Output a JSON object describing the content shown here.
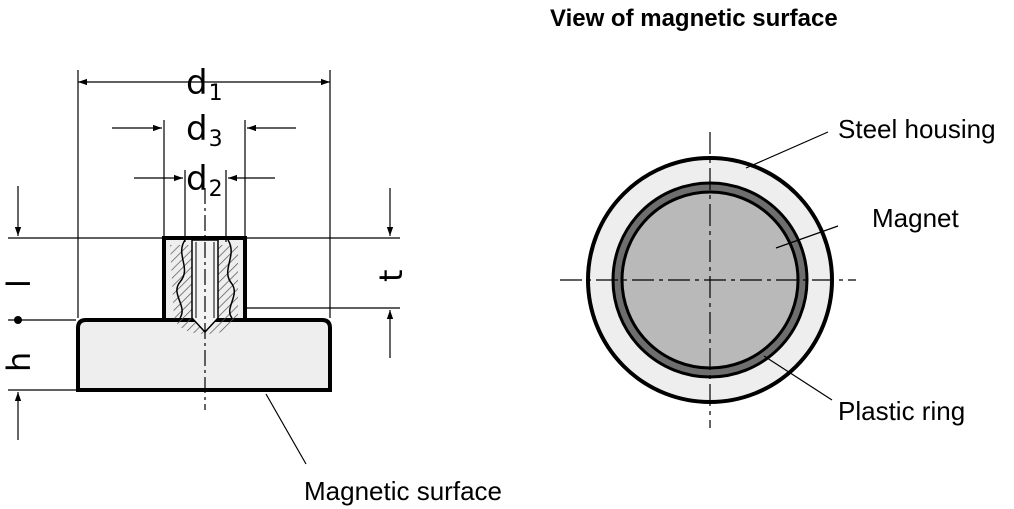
{
  "view_title": "View of magnetic surface",
  "dimensions": {
    "d1": {
      "base": "d",
      "sub": "1"
    },
    "d3": {
      "base": "d",
      "sub": "3"
    },
    "d2": {
      "base": "d",
      "sub": "2"
    },
    "l": "l",
    "h": "h",
    "t": "t"
  },
  "labels": {
    "magnetic_surface": "Magnetic surface",
    "steel_housing": "Steel housing",
    "magnet": "Magnet",
    "plastic_ring": "Plastic ring"
  },
  "colors": {
    "line": "#000000",
    "housing_fill": "#eeeeee",
    "magnet_fill": "#b9b9b9",
    "plastic_ring": "#6e6e6e",
    "hatch": "#555555"
  }
}
